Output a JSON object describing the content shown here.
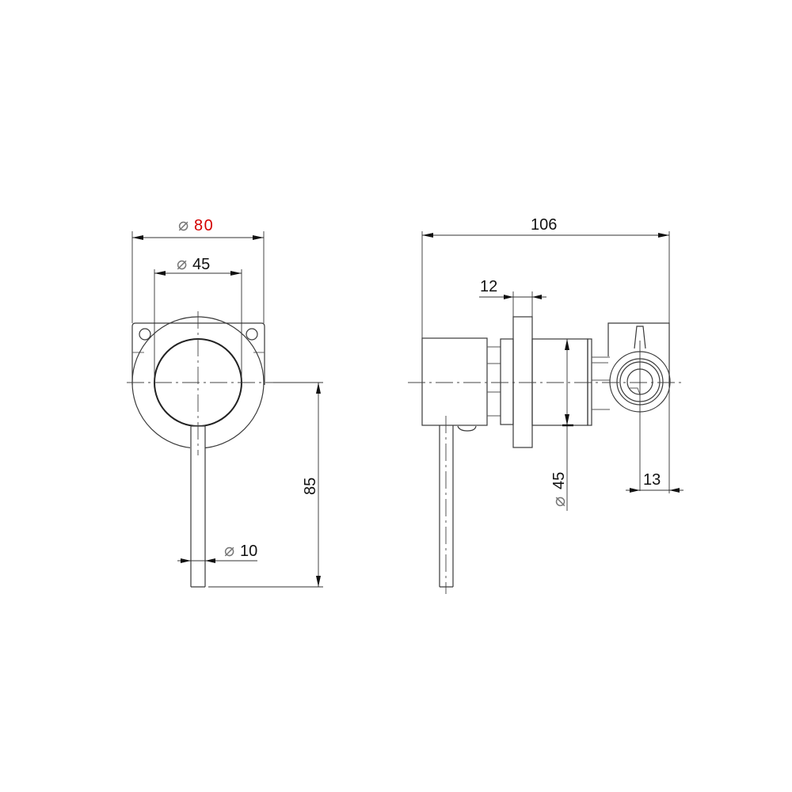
{
  "drawing": {
    "front_view": {
      "dimensions": {
        "plate_diameter": {
          "symbol": "⌀",
          "value": "80",
          "color": "#d40000"
        },
        "handle_body_diameter": {
          "symbol": "⌀",
          "value": "45"
        },
        "lever_diameter": {
          "symbol": "⌀",
          "value": "10"
        },
        "lever_length": {
          "value": "85"
        }
      }
    },
    "side_view": {
      "dimensions": {
        "overall_depth": {
          "value": "106"
        },
        "plate_thickness": {
          "value": "12"
        },
        "body_diameter": {
          "symbol": "⌀",
          "value": "45"
        },
        "outlet_offset": {
          "value": "13"
        }
      }
    }
  }
}
